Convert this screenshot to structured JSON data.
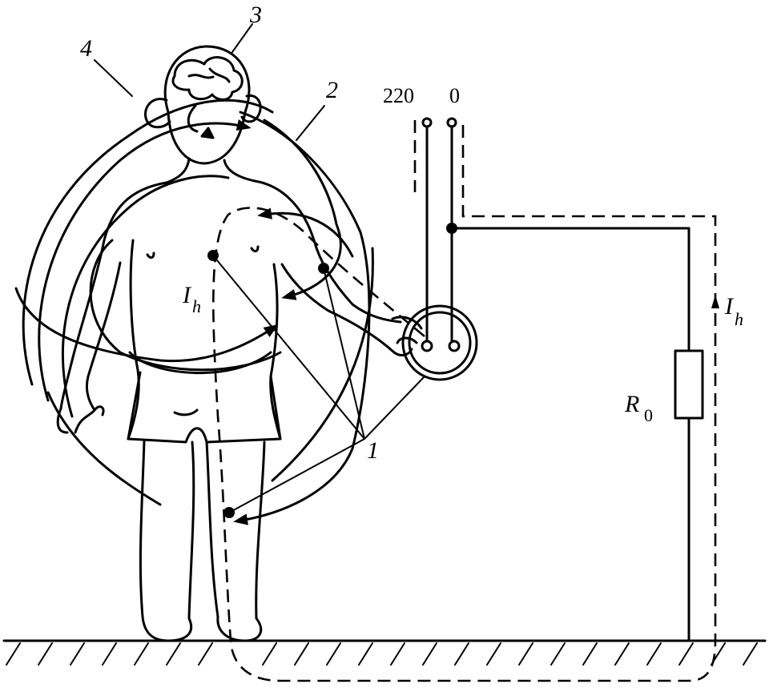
{
  "labels": {
    "terminal_phase": "220",
    "terminal_neutral": "0",
    "callout_1": "1",
    "callout_2": "2",
    "callout_3": "3",
    "callout_4": "4",
    "current_body_main": "I",
    "current_body_sub": "h",
    "current_wire_main": "I",
    "current_wire_sub": "h",
    "resistor_main": "R",
    "resistor_sub": "0"
  }
}
